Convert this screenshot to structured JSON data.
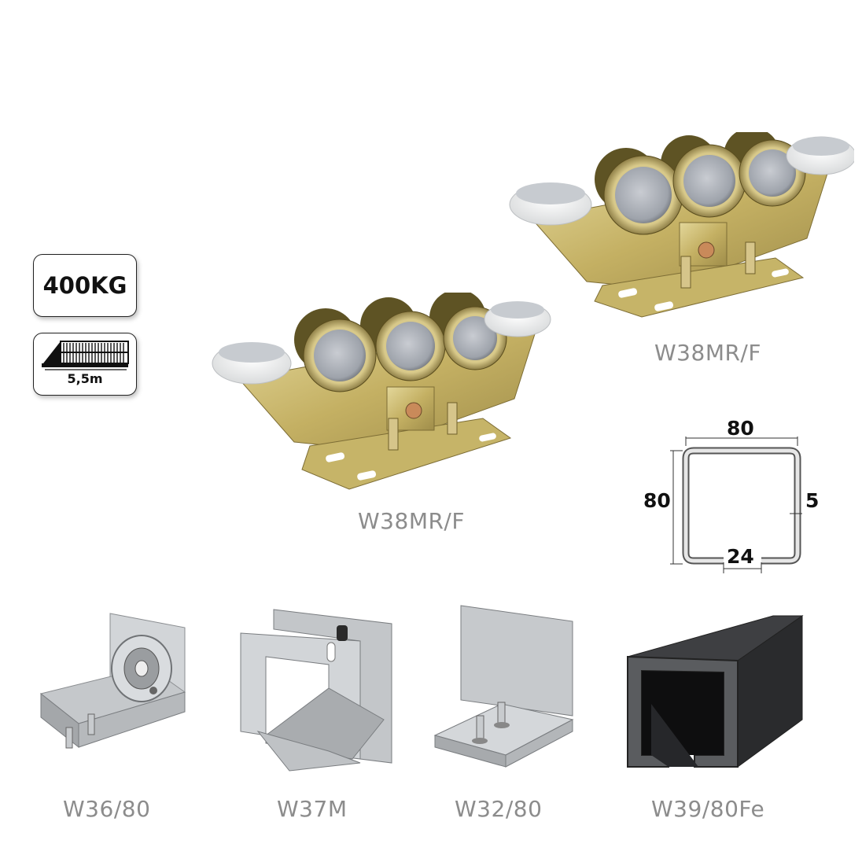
{
  "badges": {
    "weight": "400KG",
    "length": "5,5m"
  },
  "products": {
    "carriage_front": "W38MR/F",
    "carriage_back": "W38MR/F",
    "end_roller": "W36/80",
    "end_cap": "W37M",
    "upper_guide": "W32/80",
    "rail": "W39/80Fe"
  },
  "profile": {
    "width": "80",
    "height": "80",
    "thickness": "5",
    "opening": "24"
  },
  "colors": {
    "label": "#8c8c8c",
    "zinc_yellow": "#cdbd6a",
    "steel": "#b8bcc0",
    "rail_dark": "#2e2f31"
  }
}
